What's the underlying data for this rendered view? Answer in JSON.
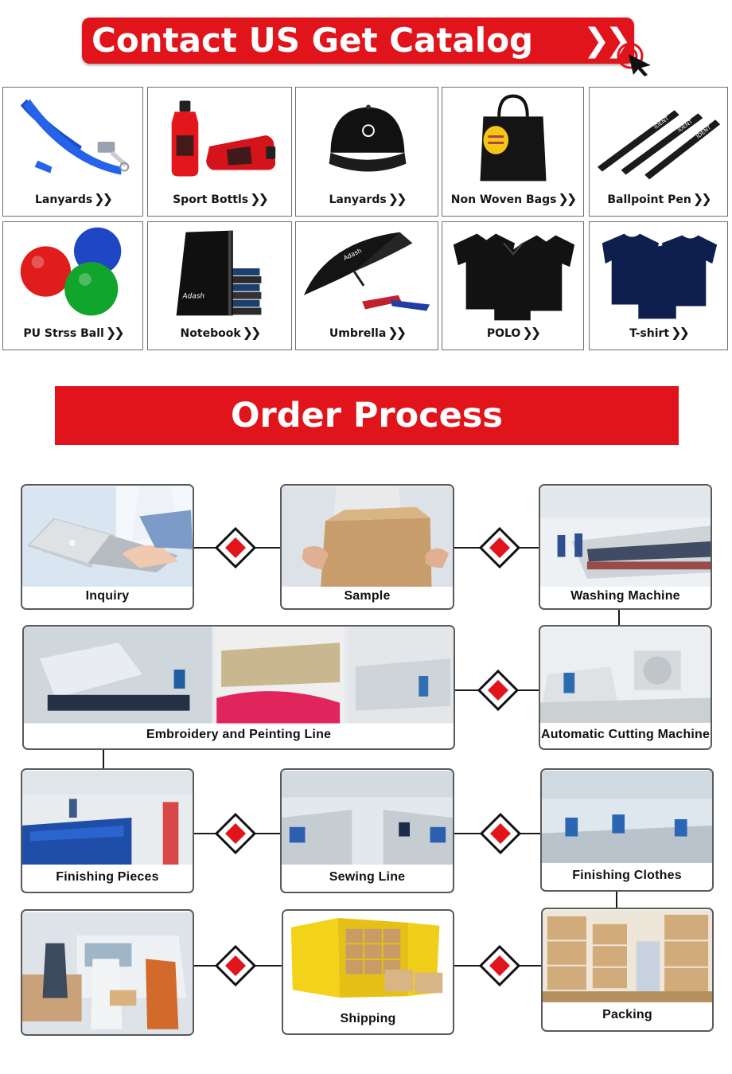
{
  "banner": {
    "text": "Contact US Get Catalog",
    "chevrons": "❯❯",
    "cursor_icon": "click-cursor-icon"
  },
  "products": [
    {
      "label": "Lanyards",
      "icon": "lanyard-icon"
    },
    {
      "label": "Sport Bottls",
      "icon": "sport-bottle-icon"
    },
    {
      "label": "Lanyards",
      "icon": "cap-icon"
    },
    {
      "label": "Non Woven Bags",
      "icon": "tote-bag-icon"
    },
    {
      "label": "Ballpoint Pen",
      "icon": "pen-icon"
    },
    {
      "label": "PU Strss Ball",
      "icon": "stress-ball-icon"
    },
    {
      "label": "Notebook",
      "icon": "notebook-icon"
    },
    {
      "label": "Umbrella",
      "icon": "umbrella-icon"
    },
    {
      "label": "POLO",
      "icon": "polo-shirt-icon"
    },
    {
      "label": "T-shirt",
      "icon": "t-shirt-icon"
    }
  ],
  "product_chevron": "❯❯",
  "process": {
    "title": "Order Process",
    "steps": [
      {
        "label": "Inquiry"
      },
      {
        "label": "Sample"
      },
      {
        "label": "Washing  Machine"
      },
      {
        "label": "Embroidery  and  Peinting  Line"
      },
      {
        "label": "Automatic Cutting Machine"
      },
      {
        "label": "Finishing  Pieces"
      },
      {
        "label": "Sewing Line"
      },
      {
        "label": "Finishing Clothes"
      },
      {
        "label": "Shipping"
      },
      {
        "label": "Packing"
      }
    ]
  },
  "colors": {
    "brand_red": "#e1141b",
    "border": "#6f6f6f",
    "text": "#151515"
  }
}
